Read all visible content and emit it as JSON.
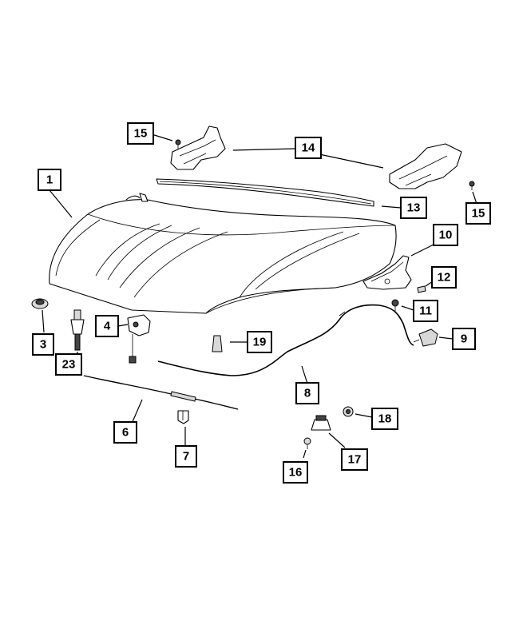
{
  "callouts": [
    {
      "id": "c1",
      "label": "1"
    },
    {
      "id": "c3",
      "label": "3"
    },
    {
      "id": "c4",
      "label": "4"
    },
    {
      "id": "c6",
      "label": "6"
    },
    {
      "id": "c7",
      "label": "7"
    },
    {
      "id": "c8",
      "label": "8"
    },
    {
      "id": "c9",
      "label": "9"
    },
    {
      "id": "c10",
      "label": "10"
    },
    {
      "id": "c11",
      "label": "11"
    },
    {
      "id": "c12",
      "label": "12"
    },
    {
      "id": "c13",
      "label": "13"
    },
    {
      "id": "c14",
      "label": "14"
    },
    {
      "id": "c15a",
      "label": "15"
    },
    {
      "id": "c15b",
      "label": "15"
    },
    {
      "id": "c16",
      "label": "16"
    },
    {
      "id": "c17",
      "label": "17"
    },
    {
      "id": "c18",
      "label": "18"
    },
    {
      "id": "c19",
      "label": "19"
    },
    {
      "id": "c23",
      "label": "23"
    }
  ]
}
